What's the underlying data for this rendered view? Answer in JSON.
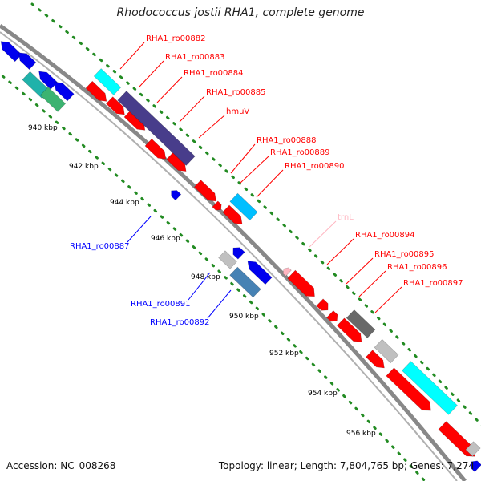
{
  "title": "Rhodococcus jostii RHA1, complete genome",
  "footer": {
    "accession": "Accession: NC_008268",
    "summary": "Topology: linear; Length: 7,804,765 bp; Genes: 7,274"
  },
  "colors": {
    "forward_gene": "#ff0000",
    "reverse_gene": "#0000ff",
    "forward_label": "#cc0000",
    "reverse_label": "#0000bb",
    "trna": "#ffb6c1",
    "tick": "#228b22",
    "backbone": "#888888"
  },
  "ticks": [
    "940 kbp",
    "942 kbp",
    "944 kbp",
    "946 kbp",
    "948 kbp",
    "950 kbp",
    "952 kbp",
    "954 kbp",
    "956 kbp"
  ],
  "forward_labels": [
    "RHA1_ro00882",
    "RHA1_ro00883",
    "RHA1_ro00884",
    "RHA1_ro00885",
    "hmuV",
    "RHA1_ro00888",
    "RHA1_ro00889",
    "RHA1_ro00890",
    "trnL",
    "RHA1_ro00894",
    "RHA1_ro00895",
    "RHA1_ro00896",
    "RHA1_ro00897"
  ],
  "reverse_labels": [
    "RHA1_ro00887",
    "RHA1_ro00891",
    "RHA1_ro00892"
  ]
}
